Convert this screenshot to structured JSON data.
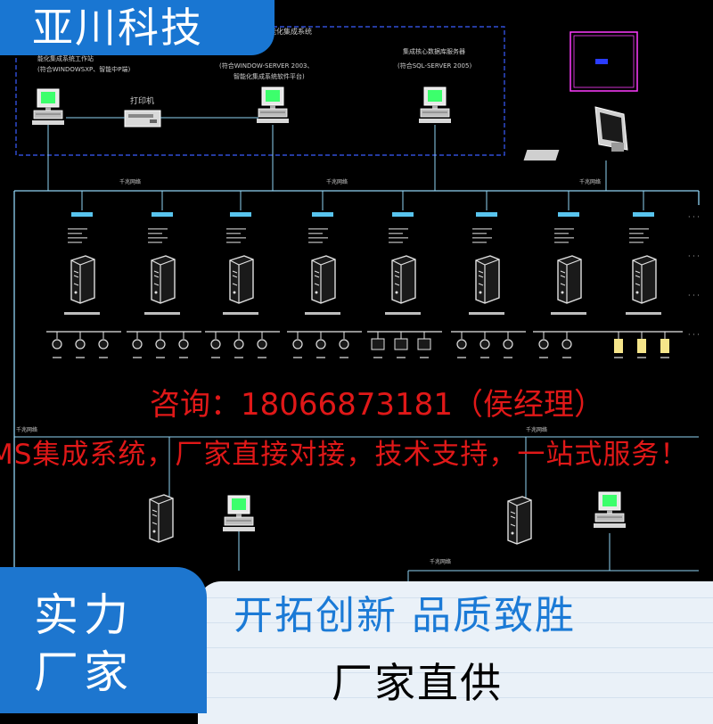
{
  "brand": {
    "name": "亚川科技"
  },
  "contact": {
    "text": "咨询：18066873181（侯经理）"
  },
  "promo": {
    "text": "MS集成系统，厂家直接对接，技术支持，一站式服务！"
  },
  "badge": {
    "line1": "实力",
    "line2": "厂家"
  },
  "banner": {
    "slogan": "开拓创新 品质致胜",
    "direct": "厂家直供"
  },
  "diagram": {
    "labels": {
      "top_center_title": "能化集成系统",
      "ws_left_line1": "能化集成系统工作站",
      "ws_left_line2": "(符合WINDOWSXP、智能中P端)",
      "printer": "打印机",
      "ws_center_line1": "(符合WINDOW-SERVER 2003、",
      "ws_center_line2": "智能化集成系统软件平台)",
      "db_server_line1": "集成核心数据库服务器",
      "db_server_line2": "(符合SQL-SERVER 2005)",
      "switch_top_left": "千兆网络",
      "switch_top_center": "千兆网络",
      "switch_top_right": "千兆网络",
      "switch_lower_left": "千兆网络",
      "switch_lower_right": "千兆网络",
      "switch_bottom_right": "千兆网络"
    },
    "colors": {
      "line": "#8fd3f4",
      "cyan": "#58c4ee",
      "monitor": "#3cff6c",
      "dash": "#3a5cff",
      "magenta": "#ff3cff",
      "yellow": "#f5e58a",
      "text": "#cfcfcf"
    }
  }
}
